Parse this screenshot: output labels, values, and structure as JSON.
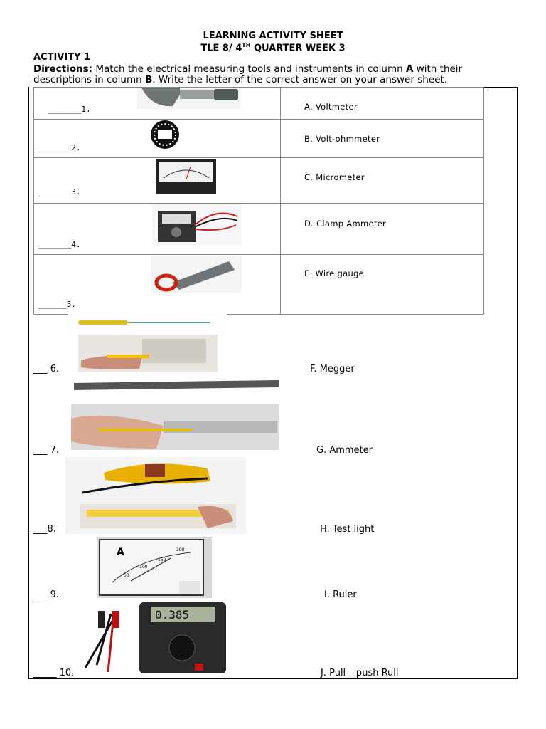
{
  "header": {
    "title": "LEARNING ACTIVITY SHEET",
    "subtitle_prefix": "TLE 8/ 4",
    "subtitle_sup": "TH",
    "subtitle_suffix": " QUARTER WEEK 3"
  },
  "activity": "ACTIVITY 1",
  "directions": {
    "label": "Directions:",
    "text1": " Match the electrical measuring tools and instruments in column ",
    "col_a": "A",
    "text2": " with their descriptions in column ",
    "col_b": "B",
    "text3": ". Write the letter of the correct answer on your answer sheet."
  },
  "table_items": [
    {
      "blank": "_______1.",
      "option": "A.  Voltmeter"
    },
    {
      "blank": "_______2.",
      "option": "B.  Volt-ohmmeter"
    },
    {
      "blank": "_______3.",
      "option": "C.  Micrometer"
    },
    {
      "blank": "_______4.",
      "option": "D.  Clamp Ammeter"
    },
    {
      "blank": "______5.",
      "option": "E.  Wire gauge"
    }
  ],
  "lower_items": [
    {
      "blank": "___ 6.",
      "option": "F. Megger"
    },
    {
      "blank": "___ 7.",
      "option": "G. Ammeter"
    },
    {
      "blank": "___8.",
      "option": "H. Test light"
    },
    {
      "blank": "___ 9.",
      "option": "I. Ruler"
    },
    {
      "blank": "_____ 10.",
      "option": "J. Pull – push Rull"
    }
  ],
  "meter_display": "0.385",
  "ammeter_letter": "A",
  "ammeter_scale": [
    "150",
    "200",
    "100",
    "50"
  ]
}
